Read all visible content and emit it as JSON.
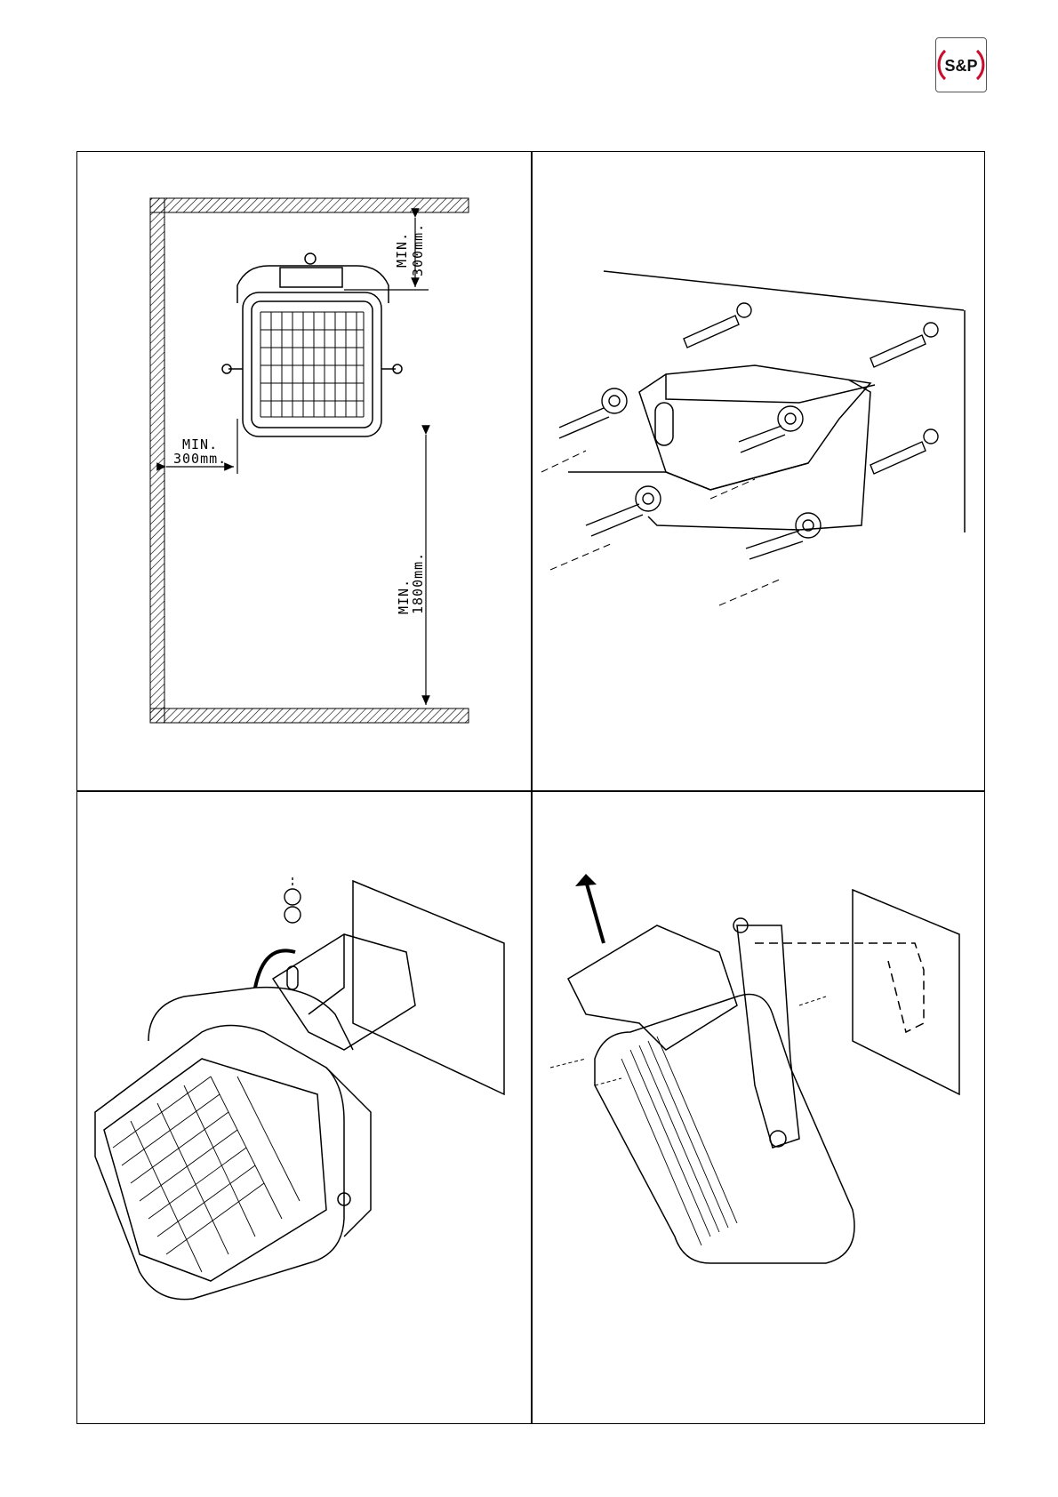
{
  "logo": {
    "text": "S&P",
    "accent": "#c8102e"
  },
  "panels": [
    {
      "id": "clearances",
      "labels": {
        "top": {
          "line1": "MIN.",
          "line2": "300mm."
        },
        "side": {
          "line1": "MIN.",
          "line2": "300mm."
        },
        "floor": {
          "line1": "MIN.",
          "line2": "1800mm."
        }
      }
    },
    {
      "id": "bracket-fixing"
    },
    {
      "id": "heater-mounting"
    },
    {
      "id": "heater-adjust"
    }
  ],
  "colors": {
    "line": "#000000",
    "background": "#ffffff"
  }
}
